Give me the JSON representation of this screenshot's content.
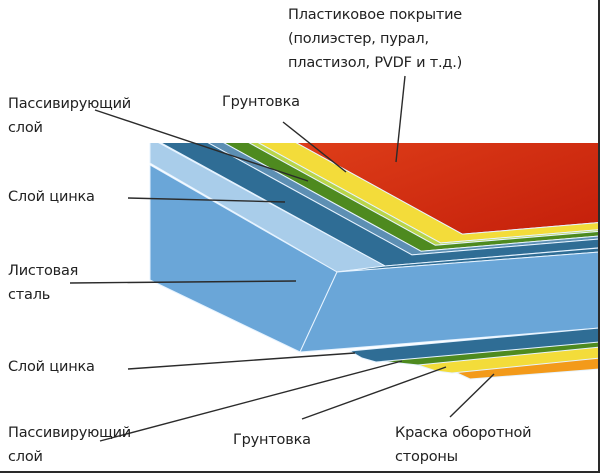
{
  "title": "Структура окрашенного оцинкованного листа",
  "labels": {
    "plastic_coating": [
      "Пластиковое покрытие",
      "(полиэстер, пурал,",
      "пластизол, PVDF и т.д.)"
    ],
    "primer_top": "Грунтовка",
    "passivating_top": [
      "Пассивирующий",
      "слой"
    ],
    "zinc_top": "Слой цинка",
    "steel": [
      "Листовая",
      "сталь"
    ],
    "zinc_bottom": "Слой цинка",
    "passivating_bottom": [
      "Пассивирующий",
      "слой"
    ],
    "primer_bottom": "Грунтовка",
    "back_paint": [
      "Краска оборотной",
      "стороны"
    ]
  },
  "colors": {
    "plastic": "#d42a10",
    "primer": "#f3dc3a",
    "passivating": "#4e8a1f",
    "zinc": "#2f6d95",
    "steel": "#6aa6d8",
    "zinc_side": "#a9cdea",
    "back_paint": "#f39a1a",
    "leader": "#2b2b2b"
  }
}
